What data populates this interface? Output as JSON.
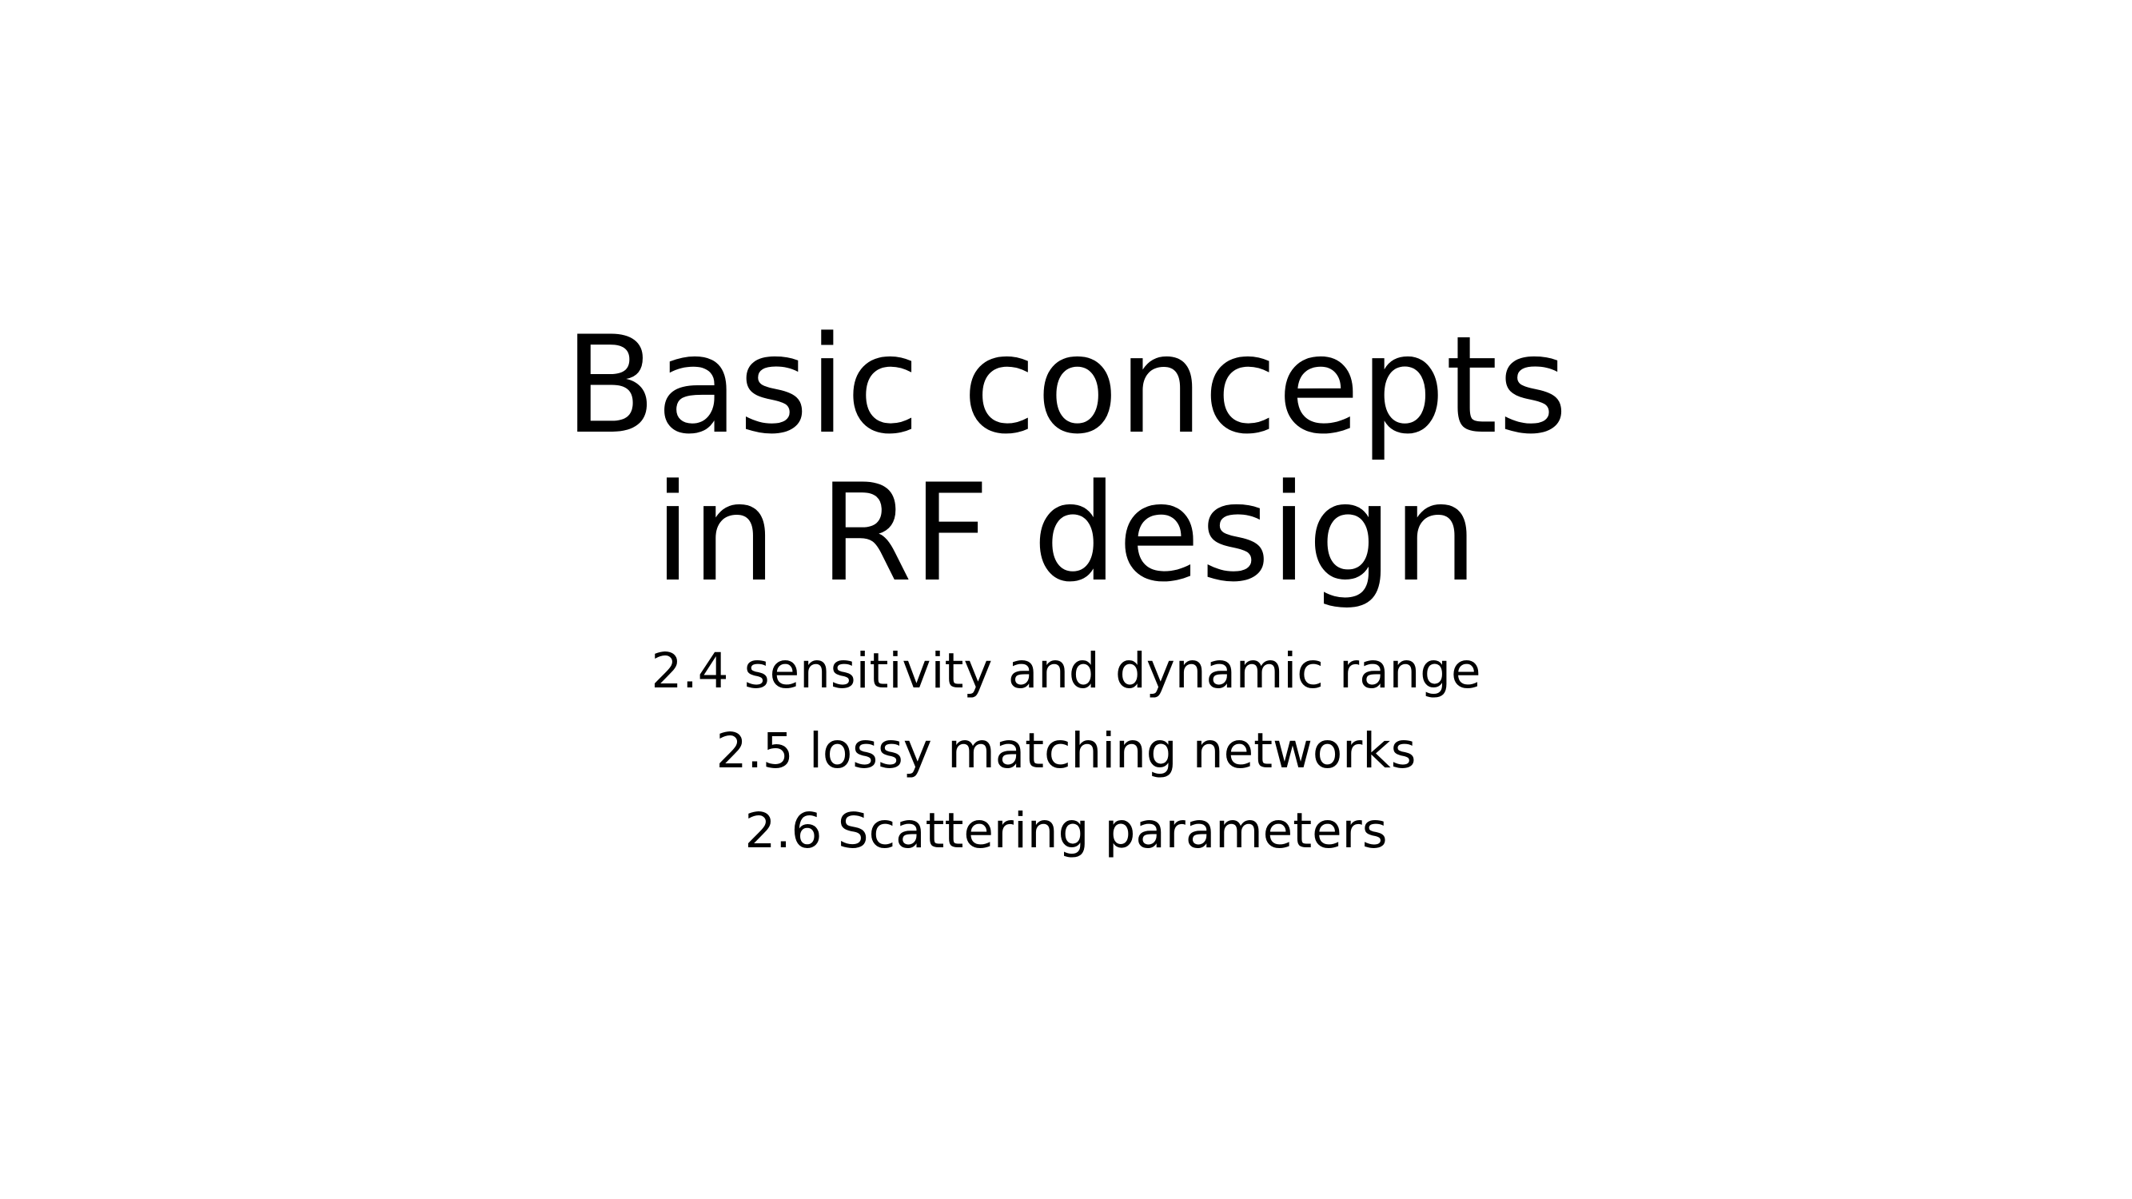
{
  "slide": {
    "title_lines": [
      "Basic concepts",
      "in RF design"
    ],
    "subtitle_lines": [
      "2.4 sensitivity and dynamic range",
      "2.5 lossy matching networks",
      "2.6 Scattering parameters"
    ]
  }
}
